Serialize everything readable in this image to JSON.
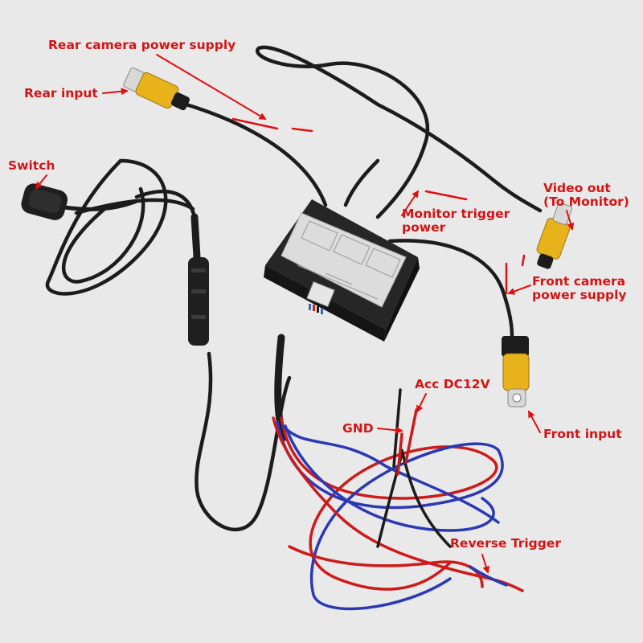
{
  "labels": {
    "rear_camera_power": "Rear camera power supply",
    "rear_input": "Rear input",
    "switch": "Switch",
    "video_out_line1": "Video out",
    "video_out_line2": "(To Monitor)",
    "monitor_trigger_line1": "Monitor trigger",
    "monitor_trigger_line2": "power",
    "front_camera_power_line1": "Front camera",
    "front_camera_power_line2": "power supply",
    "front_input": "Front input",
    "acc": "Acc DC12V",
    "gnd": "GND",
    "reverse_trigger": "Reverse Trigger"
  },
  "colors": {
    "background": "#e9e9ea",
    "label_text": "#d41414",
    "arrow": "#e01010",
    "cable_black": "#1c1c1c",
    "rca_yellow": "#e8b21a",
    "module_body": "#262626",
    "module_panel": "#dcdcdc",
    "wire_red": "#cc1b1b",
    "wire_blue": "#2b39b3"
  }
}
